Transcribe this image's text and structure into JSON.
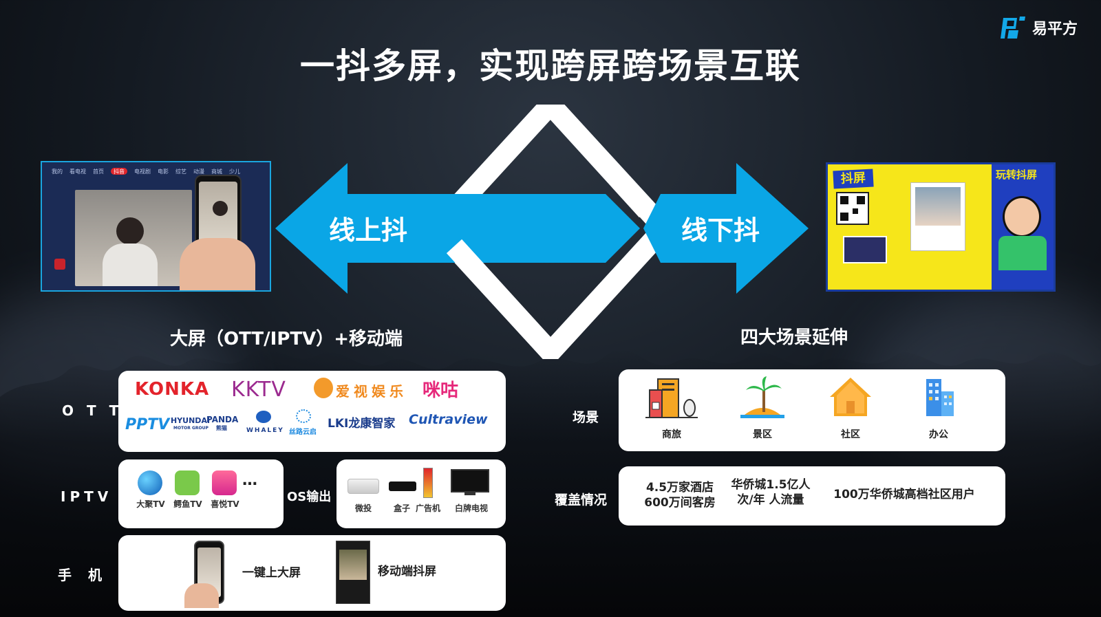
{
  "logo": {
    "text": "易平方",
    "icon": "logo-mark-icon"
  },
  "title": "一抖多屏，实现跨屏跨场景互联",
  "arrows": {
    "left_label": "线上抖",
    "right_label": "线下抖"
  },
  "left_section": {
    "heading": "大屏（OTT/IPTV）+移动端",
    "tv_nav": [
      "我的",
      "看电视",
      "首页",
      "抖音",
      "电视剧",
      "电影",
      "综艺",
      "动漫",
      "商城",
      "少儿"
    ]
  },
  "right_section": {
    "heading": "四大场景延伸",
    "poster": {
      "brand": "抖屏",
      "slogan": "玩转抖屏"
    }
  },
  "ott": {
    "label": "O T T",
    "brands_row1": [
      "KONKA",
      "KKTV",
      "爱视娱乐",
      "咪咕"
    ],
    "brands_row2": [
      "PPTV",
      "HYUNDAI",
      "PANDA",
      "WHALEY",
      "丝路云启",
      "LKI龙康智家",
      "Cultraview"
    ],
    "brand_sub": {
      "hyundai": "MOTOR GROUP",
      "panda": "熊猫"
    }
  },
  "iptv": {
    "label": "IPTV",
    "apps": [
      "大聚TV",
      "鳄鱼TV",
      "喜悦TV"
    ],
    "more": "…",
    "os_label": "OS输出",
    "devices": [
      "微投",
      "盒子",
      "广告机",
      "白牌电视"
    ]
  },
  "mobile": {
    "label": "手　机",
    "items": [
      "一键上大屏",
      "移动端抖屏"
    ]
  },
  "scenes": {
    "label": "场景",
    "items": [
      {
        "name": "商旅",
        "icon": "hotel-building-icon"
      },
      {
        "name": "景区",
        "icon": "palm-island-icon"
      },
      {
        "name": "社区",
        "icon": "house-icon"
      },
      {
        "name": "办公",
        "icon": "office-building-icon"
      }
    ]
  },
  "coverage": {
    "label": "覆盖情况",
    "items": [
      {
        "line1": "4.5万家酒店",
        "line2": "600万间客房"
      },
      {
        "line1": "华侨城1.5亿人",
        "line2": "次/年 人流量"
      },
      {
        "line1": "100万华侨城高档社区用户",
        "line2": ""
      }
    ]
  },
  "colors": {
    "arrow_blue": "#0aa6e6",
    "diamond_white": "#ffffff",
    "konka_red": "#e3232b",
    "kktv_purple": "#9b2a8f",
    "migu_pink": "#e6287a",
    "pptv_blue": "#1a8de0",
    "cultraview_blue": "#1f56b4"
  }
}
